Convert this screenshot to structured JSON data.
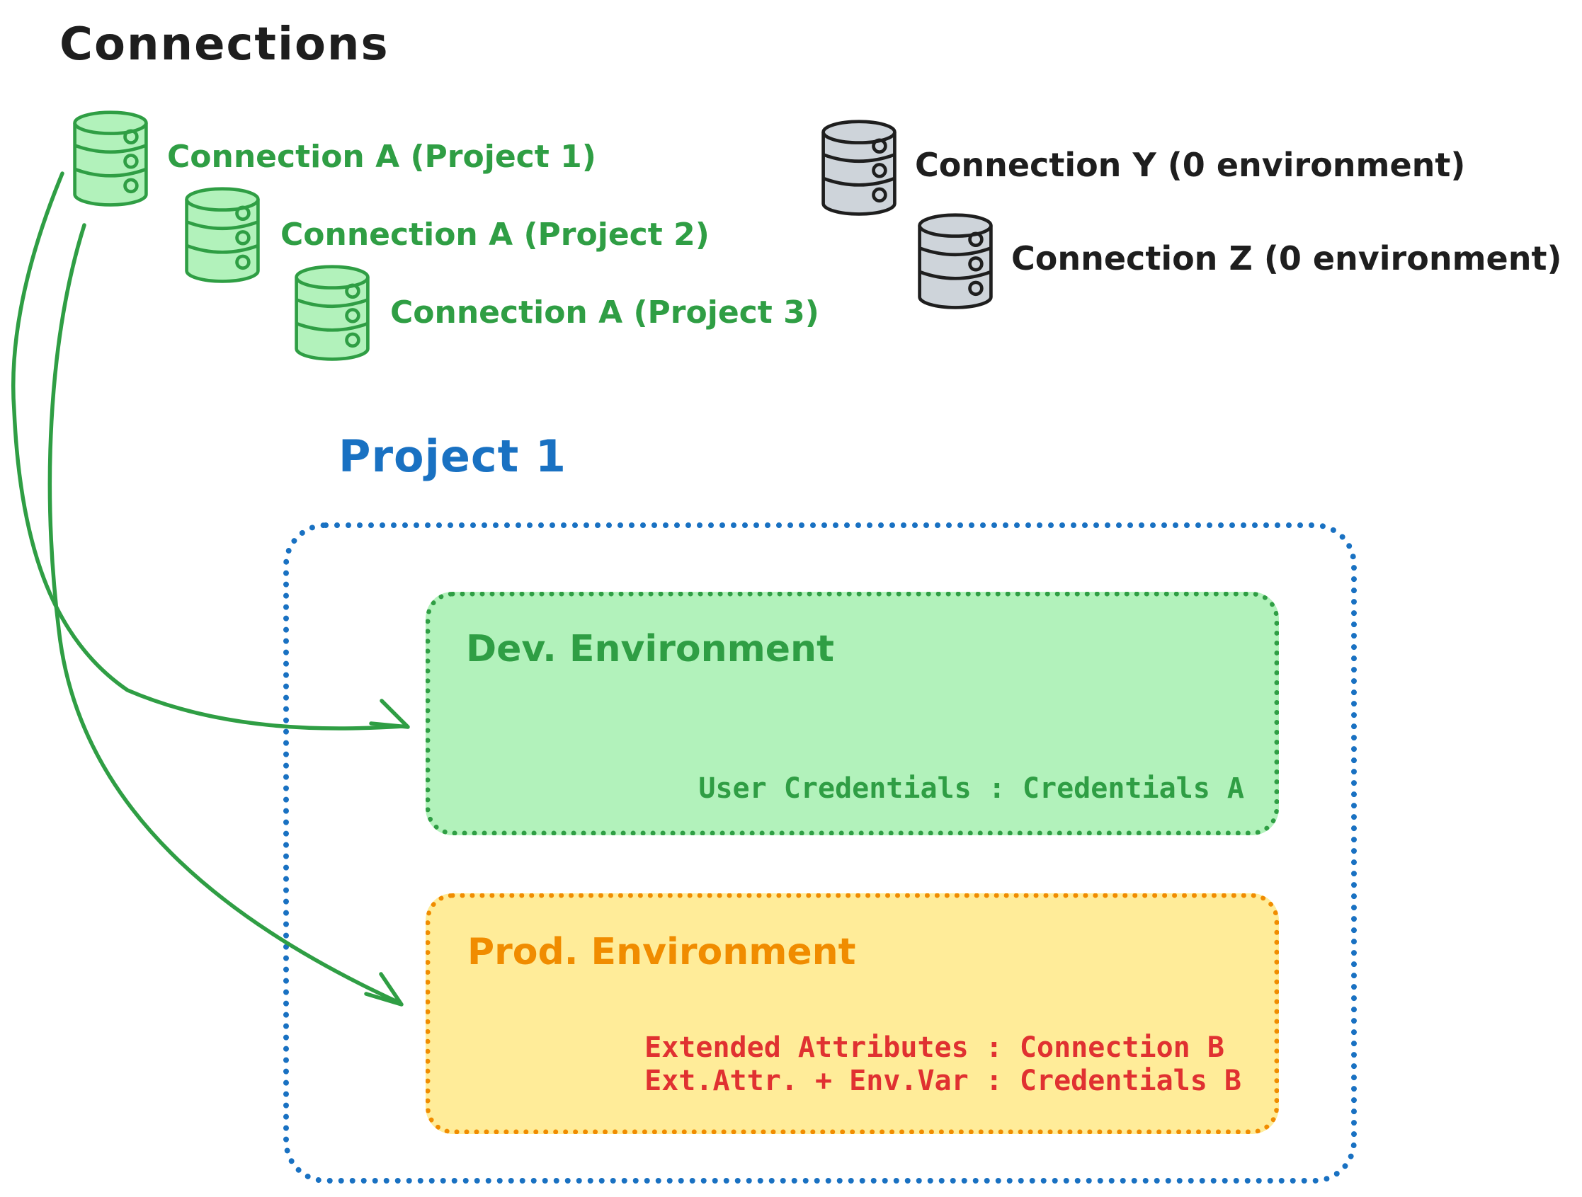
{
  "title": "Connections",
  "colors": {
    "ink": "#1e1e1e",
    "green_stroke": "#2f9e44",
    "green_fill": "#b2f2bb",
    "gray_fill": "#ced4da",
    "blue": "#1971c2",
    "orange": "#f08c00",
    "yellow_fill": "#ffec99",
    "red": "#e03131"
  },
  "connections": {
    "green": [
      {
        "icon": "database-icon",
        "label": "Connection A (Project 1)"
      },
      {
        "icon": "database-icon",
        "label": "Connection A (Project 2)"
      },
      {
        "icon": "database-icon",
        "label": "Connection A (Project 3)"
      }
    ],
    "gray": [
      {
        "icon": "database-icon",
        "label": "Connection Y (0 environment)"
      },
      {
        "icon": "database-icon",
        "label": "Connection Z (0 environment)"
      }
    ]
  },
  "project": {
    "title": "Project 1",
    "environments": {
      "dev": {
        "title": "Dev. Environment",
        "credentials": "User Credentials : Credentials A"
      },
      "prod": {
        "title": "Prod. Environment",
        "lines": [
          "Extended Attributes : Connection B",
          "Ext.Attr. + Env.Var : Credentials B"
        ]
      }
    }
  }
}
